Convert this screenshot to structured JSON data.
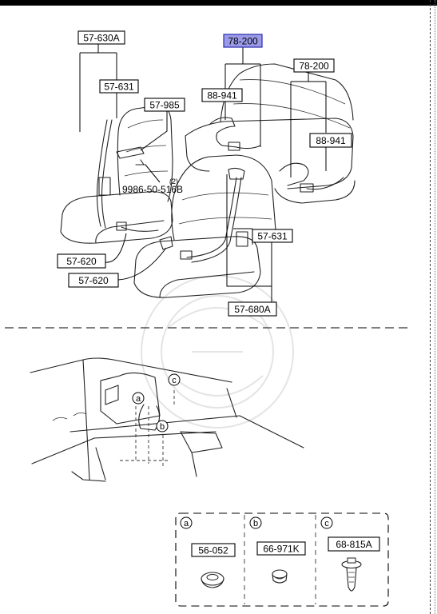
{
  "callouts": {
    "c57630a": "57-630A",
    "c57631_left": "57-631",
    "c57985": "57-985",
    "c9986": "9986-50-516B",
    "c9986_qty": "(2)",
    "c78200_hl": "78-200",
    "c78200": "78-200",
    "c88941_left": "88-941",
    "c88941_right": "88-941",
    "c57631_right": "57-631",
    "c57620_a": "57-620",
    "c57620_b": "57-620",
    "c57680a": "57-680A"
  },
  "markers": {
    "a": "a",
    "b": "b",
    "c": "c"
  },
  "legend": {
    "items": [
      {
        "marker": "a",
        "part": "56-052"
      },
      {
        "marker": "b",
        "part": "66-971K"
      },
      {
        "marker": "c",
        "part": "68-815A"
      }
    ]
  },
  "colors": {
    "highlight_fill": "#9a9ae8",
    "highlight_stroke": "#2b2bb0"
  }
}
